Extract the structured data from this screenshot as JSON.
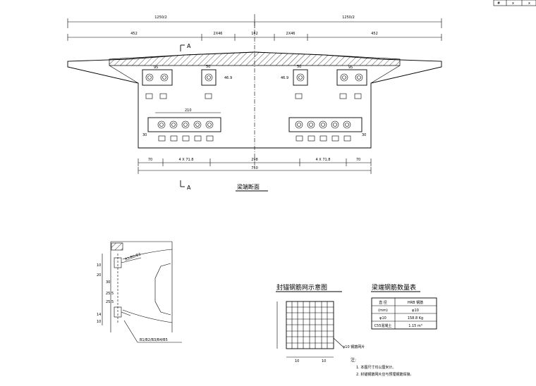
{
  "title_block": {
    "cells": [
      "#",
      "x",
      "x"
    ]
  },
  "main_section": {
    "top_dims": [
      "1250/2",
      "1250/2"
    ],
    "second_dims": [
      "452",
      "2X46",
      "162",
      "2X46",
      "452"
    ],
    "section_marker": "A",
    "crown_label": "",
    "plate_dims_outer": [
      "95",
      "95"
    ],
    "plate_dims_inner": [
      "50",
      "50"
    ],
    "vertical_dim": "46.9",
    "bottom_dim_top": "210",
    "side_dim": "30",
    "bottom_dims": [
      "70",
      "4 X 71.8",
      "298",
      "4 X 71.8",
      "70"
    ],
    "total_width": "750",
    "caption": "梁端断面"
  },
  "lower_left": {
    "labels": [
      "10",
      "20",
      "30",
      "25.5",
      "25.5",
      "14",
      "10"
    ],
    "leader_top": "B1/B2/B3",
    "leader_bottom": "B1/B2/B3/B4/B5"
  },
  "mesh_diagram": {
    "title": "封锚钢筋网示意图",
    "dims": [
      "10",
      "10"
    ],
    "mesh_label": "φ10 钢筋网片"
  },
  "quantity_table": {
    "title": "梁端钢筋数量表",
    "rows": [
      [
        "直 径",
        "HRB 钢筋"
      ],
      [
        "(mm)",
        "φ10"
      ],
      [
        "φ10",
        "158.8  Kg"
      ],
      [
        "C55混凝土",
        "1.15  m³"
      ]
    ]
  },
  "notes": {
    "heading": "注:",
    "items": [
      "1. 本图尺寸均以厘米计。",
      "2. 封锚钢筋网片应与预埋钢筋焊接。"
    ]
  }
}
